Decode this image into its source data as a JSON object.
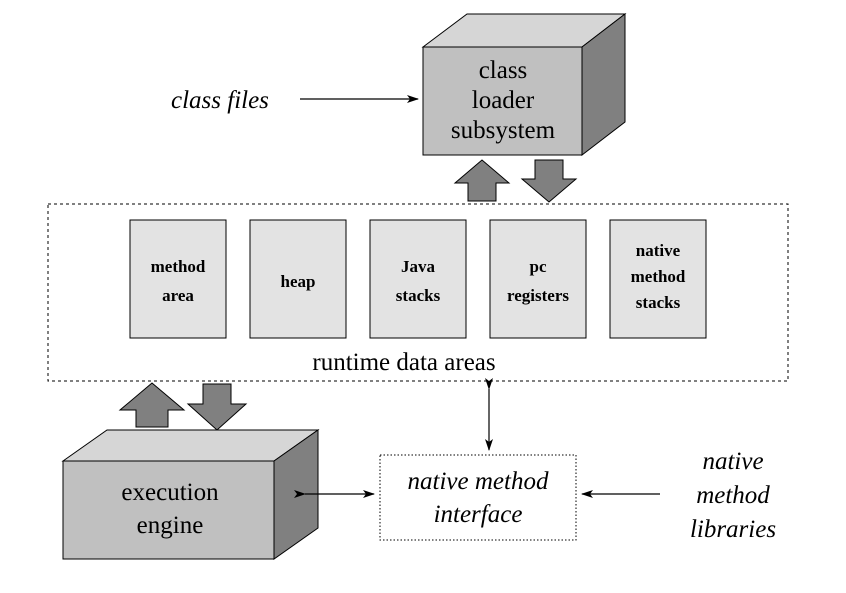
{
  "diagram": {
    "class_files_label": "class files",
    "class_loader": {
      "line1": "class",
      "line2": "loader",
      "line3": "subsystem"
    },
    "runtime_area": {
      "label": "runtime data areas",
      "boxes": [
        {
          "line1": "method",
          "line2": "area"
        },
        {
          "line1": "heap"
        },
        {
          "line1": "Java",
          "line2": "stacks"
        },
        {
          "line1": "pc",
          "line2": "registers"
        },
        {
          "line1": "native",
          "line2": "method",
          "line3": "stacks"
        }
      ]
    },
    "execution_engine": {
      "line1": "execution",
      "line2": "engine"
    },
    "native_interface": {
      "line1": "native method",
      "line2": "interface"
    },
    "native_libraries": {
      "line1": "native",
      "line2": "method",
      "line3": "libraries"
    }
  },
  "colors": {
    "box_front": "#c0c0c0",
    "box_top": "#d6d6d6",
    "box_side": "#808080",
    "arrow_fill": "#808080",
    "memory_box": "#e3e3e3"
  }
}
